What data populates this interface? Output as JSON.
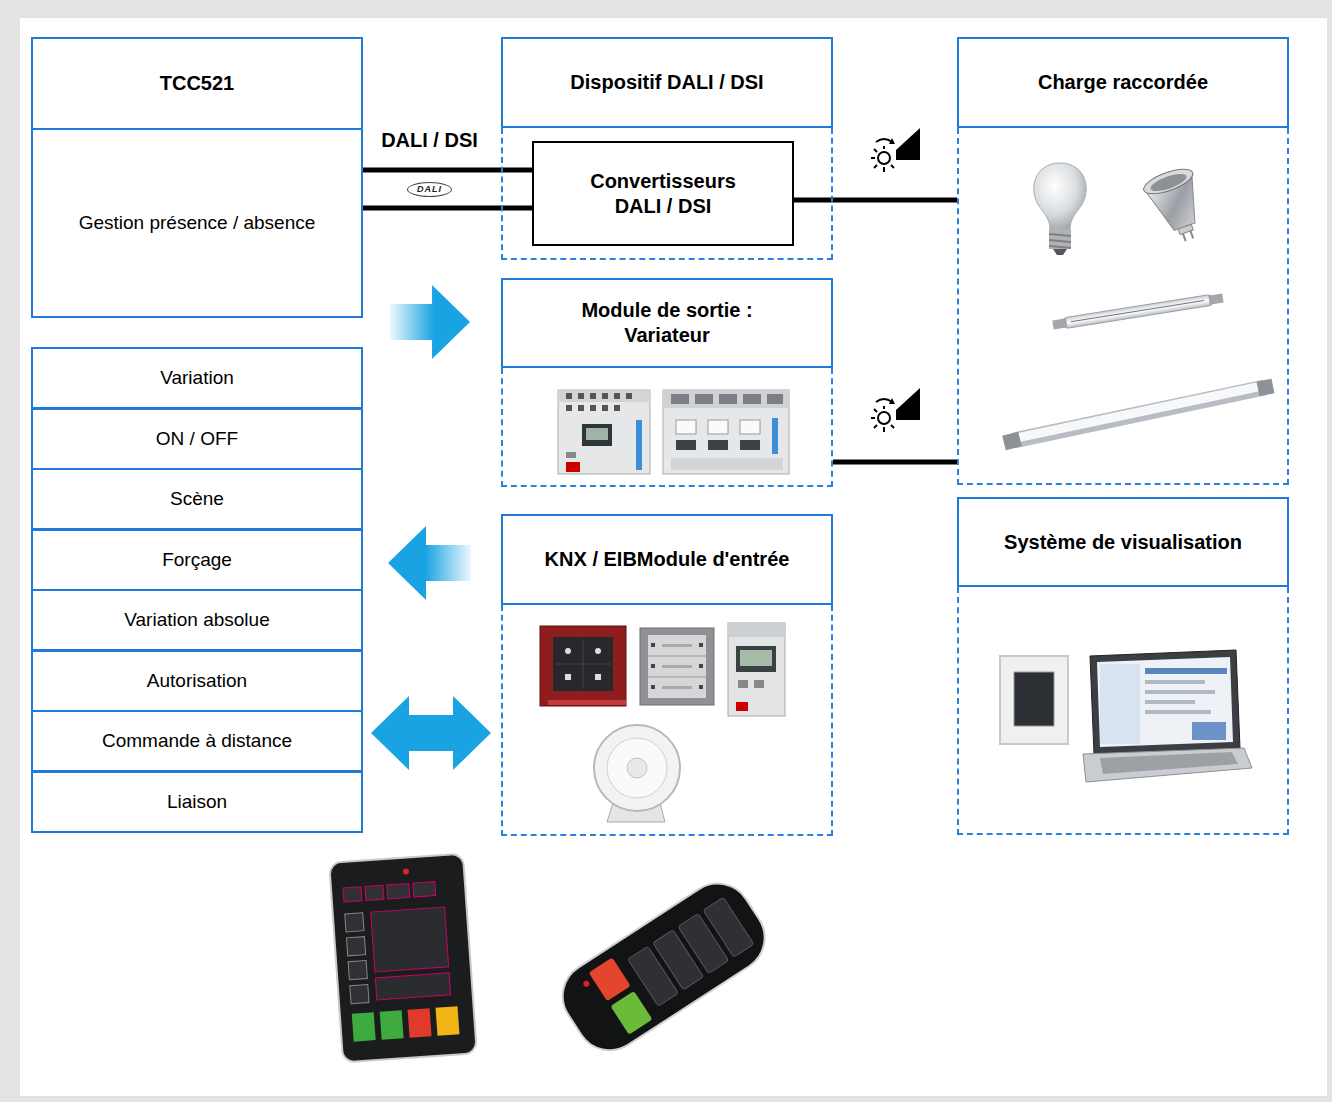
{
  "diagram": {
    "nodes": [
      {
        "text": [
          "TCC521",
          "Gestion présence / absence"
        ]
      },
      {
        "text": [
          "Variation"
        ]
      },
      {
        "text": [
          "ON / OFF"
        ]
      },
      {
        "text": [
          "Scène"
        ]
      },
      {
        "text": [
          "Forçage"
        ]
      },
      {
        "text": [
          "Variation absolue"
        ]
      },
      {
        "text": [
          "Autorisation"
        ]
      },
      {
        "text": [
          "Commande à distance"
        ]
      },
      {
        "text": [
          "Liaison"
        ]
      },
      {
        "text": [
          "Dispositif DALI / DSI"
        ]
      },
      {
        "text": [
          "Convertisseurs DALI / DSI"
        ],
        "in": 9
      },
      {
        "text": [
          "Module de sortie : Variateur"
        ]
      },
      {
        "text": [
          "KNX / EIBModule d'entrée"
        ]
      },
      {
        "text": [
          "Charge raccordée"
        ]
      },
      {
        "text": [
          "Système de visualisation"
        ]
      }
    ],
    "edges": [
      {
        "from": 0,
        "to": 10,
        "arrow": "none",
        "label": "DALI / DSI"
      },
      {
        "from": 0,
        "to": 10,
        "arrow": "none",
        "label": "DALI"
      },
      {
        "from": 10,
        "to": 13,
        "arrow": "none"
      },
      {
        "from": 11,
        "to": 13,
        "arrow": "none"
      },
      {
        "from": 0,
        "to": 11,
        "arrow": "to"
      },
      {
        "from": 12,
        "to": 4,
        "arrow": "to"
      },
      {
        "from": 7,
        "to": 12,
        "arrow": "both"
      }
    ]
  }
}
